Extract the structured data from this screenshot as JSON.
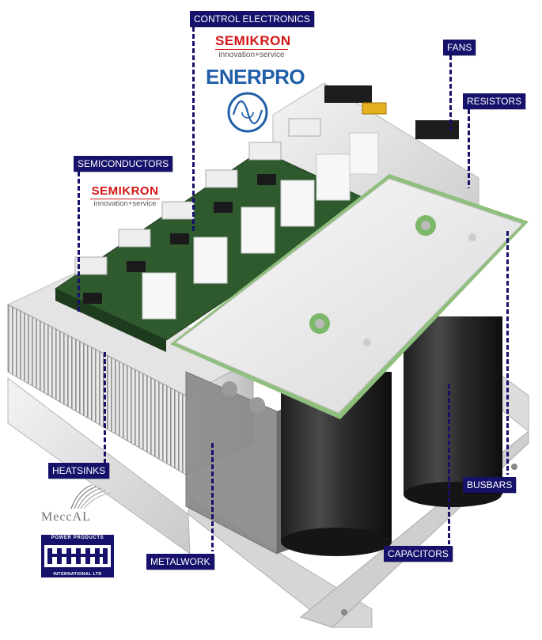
{
  "labels": {
    "control_electronics": "CONTROL ELECTRONICS",
    "fans": "FANS",
    "resistors": "RESISTORS",
    "semiconductors": "SEMICONDUCTORS",
    "heatsinks": "HEATSINKS",
    "busbars": "BUSBARS",
    "metalwork": "METALWORK",
    "capacitors": "CAPACITORS"
  },
  "logos": {
    "semikron_brand": "SEMIKRON",
    "semikron_tagline": "innovation+service",
    "enerpro": "ENERPRO",
    "meccal": "MeccAL",
    "ppi_top": "POWER PRODUCTS",
    "ppi_bottom": "INTERNATIONAL LTD"
  },
  "colors": {
    "label_bg": "#16116b",
    "label_text": "#ffffff",
    "semikron_red": "#d41414",
    "enerpro_blue": "#1f5ea8",
    "pcb_green": "#2f5a2e"
  }
}
